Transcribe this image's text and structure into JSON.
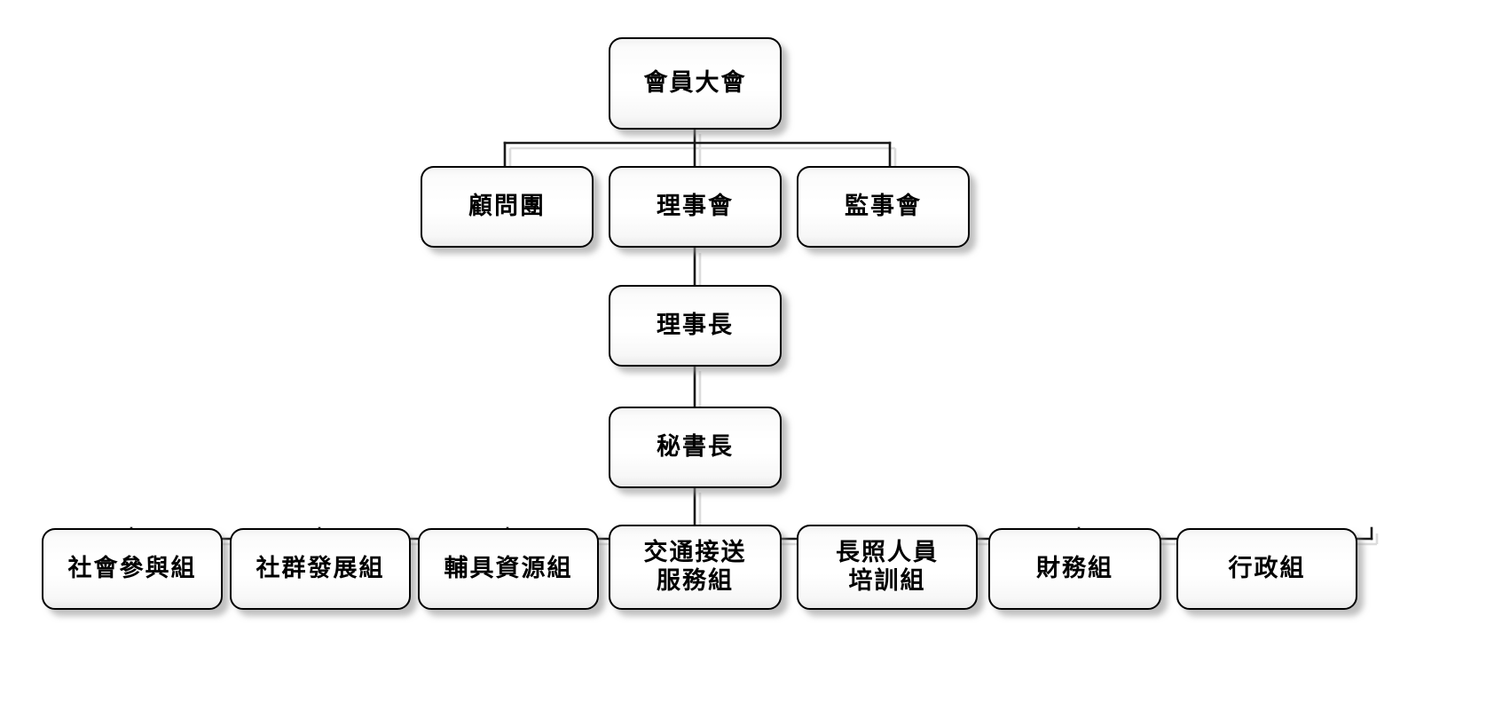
{
  "chart": {
    "type": "org-chart",
    "title": "",
    "orientation": "top-down",
    "levels": 4,
    "node_count": 13,
    "style": {
      "box_fill": "#ffffff",
      "box_border": "#000000",
      "shadow": "#8c8c8c",
      "line_color": "#000000",
      "background": "#ffffff"
    }
  },
  "nodes": {
    "general_assembly": {
      "label": "會員大會",
      "level": 1
    },
    "advisory_board": {
      "label": "顧問團",
      "level": 2
    },
    "board_directors": {
      "label": "理事會",
      "level": 2
    },
    "board_supervisors": {
      "label": "監事會",
      "level": 2
    },
    "chairman": {
      "label": "理事長",
      "level": 3
    },
    "secretary_general": {
      "label": "秘書長",
      "level": 4
    },
    "dept_1": {
      "label": "社會參與組",
      "level": 5
    },
    "dept_2": {
      "label": "社群發展組",
      "level": 5
    },
    "dept_3": {
      "label": "輔具資源組",
      "level": 5
    },
    "dept_4": {
      "label": "交通接送\n服務組",
      "level": 5
    },
    "dept_5": {
      "label": "長照人員\n培訓組",
      "level": 5
    },
    "dept_6": {
      "label": "財務組",
      "level": 5
    },
    "dept_7": {
      "label": "行政組",
      "level": 5
    }
  },
  "edges": [
    {
      "from": "general_assembly",
      "to": "advisory_board"
    },
    {
      "from": "general_assembly",
      "to": "board_directors"
    },
    {
      "from": "general_assembly",
      "to": "board_supervisors"
    },
    {
      "from": "board_directors",
      "to": "chairman"
    },
    {
      "from": "chairman",
      "to": "secretary_general"
    },
    {
      "from": "secretary_general",
      "to": "dept_1"
    },
    {
      "from": "secretary_general",
      "to": "dept_2"
    },
    {
      "from": "secretary_general",
      "to": "dept_3"
    },
    {
      "from": "secretary_general",
      "to": "dept_4"
    },
    {
      "from": "secretary_general",
      "to": "dept_5"
    },
    {
      "from": "secretary_general",
      "to": "dept_6"
    },
    {
      "from": "secretary_general",
      "to": "dept_7"
    }
  ]
}
